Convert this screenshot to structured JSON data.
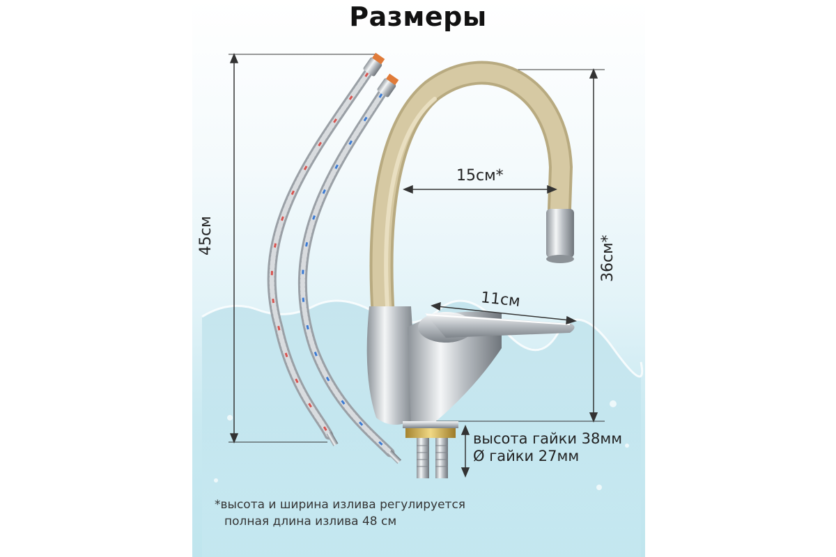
{
  "title": "Размеры",
  "dimensions": {
    "spout_reach": "15см*",
    "lever_length": "11см",
    "hose_length": "45см",
    "faucet_height": "36см*"
  },
  "nut_info": {
    "height": "высота гайки 38мм",
    "diameter": "Ø гайки 27мм"
  },
  "footnote": {
    "line1": "*высота и ширина излива регулируется",
    "line2": "полная длина излива 48 см"
  },
  "colors": {
    "spout": "#d6c9a3",
    "chrome": "#c4c8cc",
    "water": "#bfe5ee",
    "hose_red": "#d9534f",
    "hose_blue": "#3a7bd5"
  }
}
